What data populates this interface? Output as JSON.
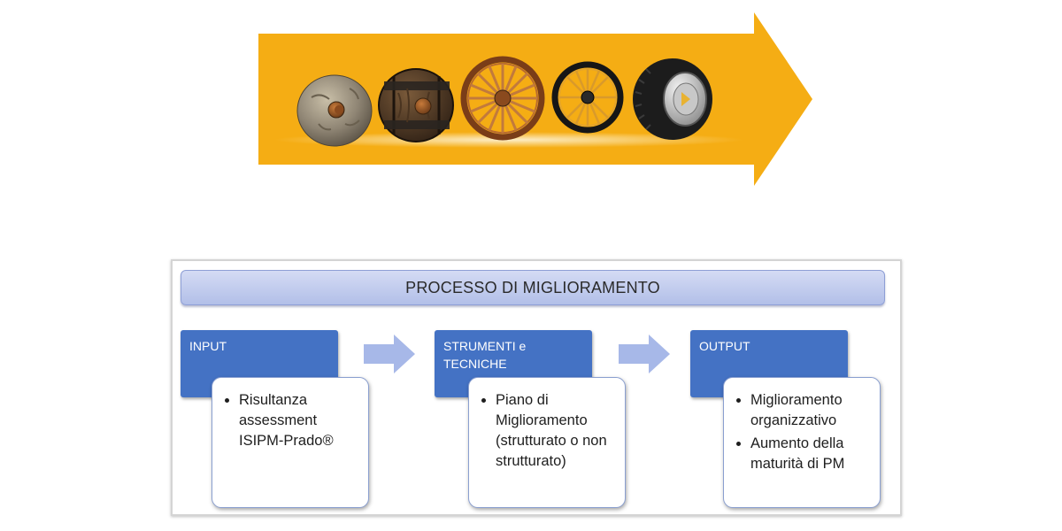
{
  "process": {
    "title": "PROCESSO DI MIGLIORAMENTO",
    "stages": [
      {
        "heading": "INPUT",
        "bullets": [
          "Risultanza assessment ISIPM-Prado®"
        ]
      },
      {
        "heading": "STRUMENTI e TECNICHE",
        "bullets": [
          "Piano di Miglioramento (strutturato o non strutturato)"
        ]
      },
      {
        "heading": "OUTPUT",
        "bullets": [
          "Miglioramento organizzativo",
          "Aumento della maturità di PM"
        ]
      }
    ]
  },
  "colors": {
    "arrow": "#f5ad14",
    "stage_heading": "#4472c4",
    "title_bar": "#c3cdef",
    "flow_arrow": "#a7b8e8"
  },
  "icons": [
    "stone-wheel-icon",
    "wooden-wheel-icon",
    "spoked-wagon-wheel-icon",
    "cart-wheel-icon",
    "car-tire-icon",
    "right-arrow-icon"
  ]
}
